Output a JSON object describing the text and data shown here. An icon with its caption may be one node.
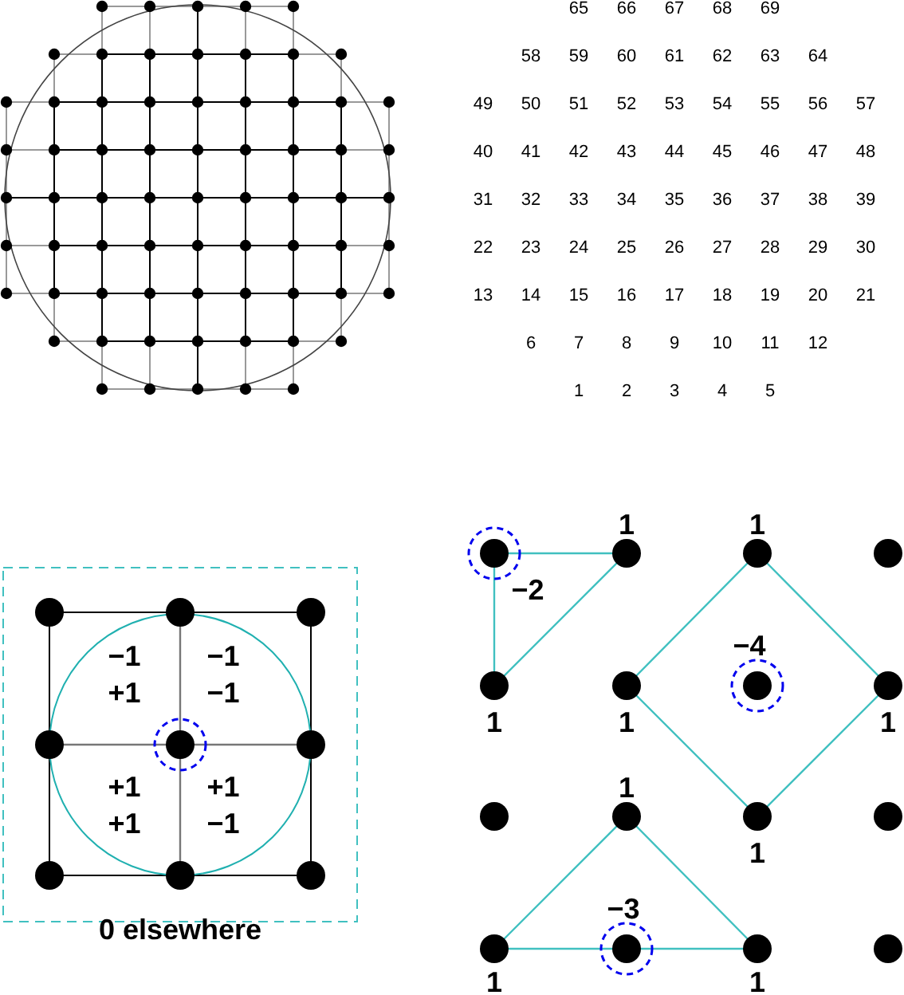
{
  "diagram": {
    "labels": [
      "65",
      "66",
      "67",
      "68",
      "69",
      "58",
      "59",
      "60",
      "61",
      "62",
      "63",
      "64",
      "49",
      "50",
      "51",
      "52",
      "53",
      "54",
      "55",
      "56",
      "57",
      "40",
      "41",
      "42",
      "43",
      "44",
      "45",
      "46",
      "47",
      "48",
      "31",
      "32",
      "33",
      "34",
      "35",
      "36",
      "37",
      "38",
      "39",
      "22",
      "23",
      "24",
      "25",
      "26",
      "27",
      "28",
      "29",
      "30",
      "13",
      "14",
      "15",
      "16",
      "17",
      "18",
      "19",
      "20",
      "21",
      "6",
      "7",
      "8",
      "9",
      "10",
      "11",
      "12",
      "1",
      "2",
      "3",
      "4",
      "5",
      "−1 +1",
      "−1 −1",
      "+1 +1",
      "+1 −1",
      "0 elsewhere",
      "1",
      "1",
      "−2",
      "1",
      "−4",
      "1",
      "1",
      "1",
      "1",
      "−3",
      "1",
      "1"
    ]
  }
}
